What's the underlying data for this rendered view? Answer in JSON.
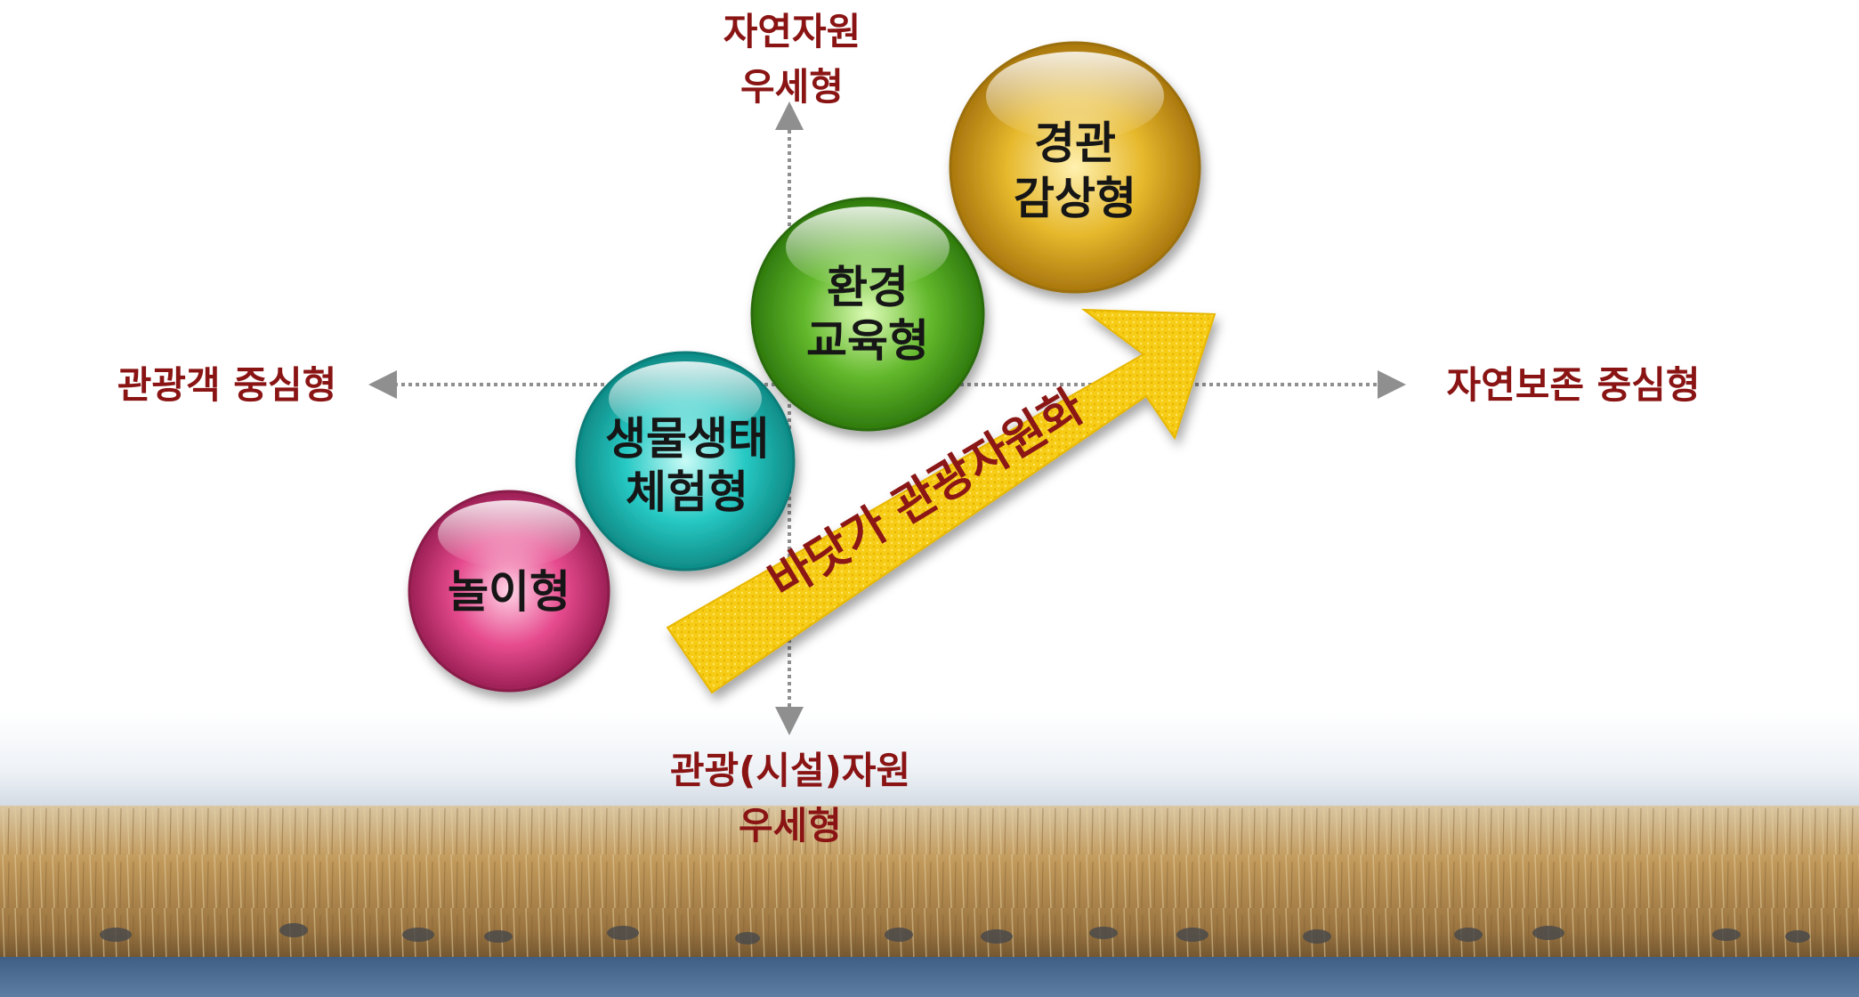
{
  "axes": {
    "top": [
      "자연자원",
      "우세형"
    ],
    "bottom": [
      "관광(시설)자원",
      "우세형"
    ],
    "left": "관광객 중심형",
    "right": "자연보존 중심형"
  },
  "bubbles": [
    {
      "id": "play",
      "lines": [
        "놀이형"
      ],
      "color": "#d8357a"
    },
    {
      "id": "bio",
      "lines": [
        "생물생태",
        "체험형"
      ],
      "color": "#22c0bd"
    },
    {
      "id": "edu",
      "lines": [
        "환경",
        "교육형"
      ],
      "color": "#4faa20"
    },
    {
      "id": "view",
      "lines": [
        "경관",
        "감상형"
      ],
      "color": "#e0b12a"
    }
  ],
  "arrow": {
    "label": "바닷가 관광자원화",
    "color": "#f3c414"
  },
  "colors": {
    "label": "#8a1414",
    "axis": "#8f8f8f",
    "arrow_text": "#8a1414"
  }
}
